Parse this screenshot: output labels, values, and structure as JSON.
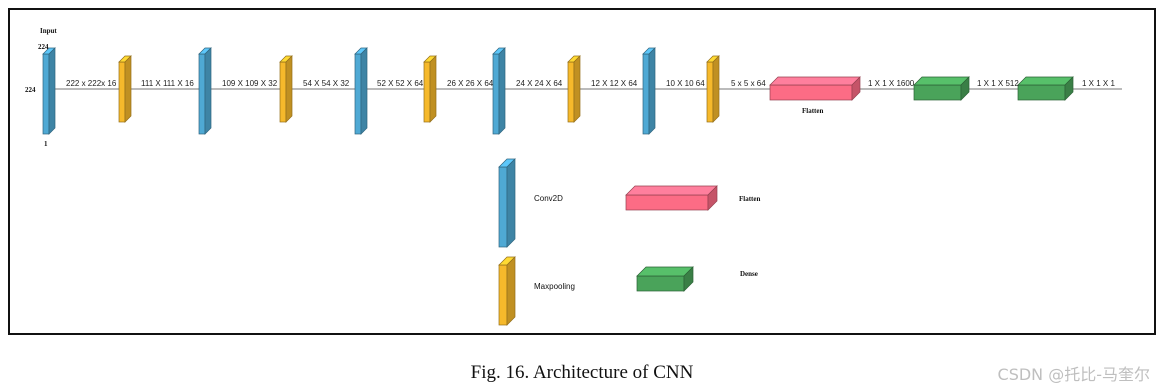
{
  "diagram": {
    "input_label": "Input",
    "input_top": "224",
    "input_side": "224",
    "input_bottom": "1",
    "flatten_label": "Flatten",
    "dims": [
      "222 x 222x 16",
      "111 X 111 X 16",
      "109 X 109 X 32",
      "54 X 54 X 32",
      "52 X 52 X 64",
      "26 X 26 X 64",
      "24 X 24 X 64",
      "12 X 12 X 64",
      "10 X 10 64",
      "5 x 5 x 64",
      "1 X 1 X 1600",
      "1 X 1 X 512",
      "1 X 1 X 1"
    ],
    "layers": [
      "conv",
      "pool",
      "conv",
      "pool",
      "conv",
      "pool",
      "conv",
      "pool",
      "conv",
      "pool",
      "flatten",
      "dense",
      "dense"
    ]
  },
  "legend": {
    "conv": "Conv2D",
    "pool": "Maxpooling",
    "flatten": "Flatten",
    "dense": "Dense"
  },
  "colors": {
    "conv": "#4fa9d4",
    "pool": "#f6b92b",
    "flatten": "#fc6c85",
    "dense": "#4aa35a"
  },
  "caption": "Fig. 16. Architecture of CNN",
  "watermark": "CSDN @托比-马奎尔"
}
